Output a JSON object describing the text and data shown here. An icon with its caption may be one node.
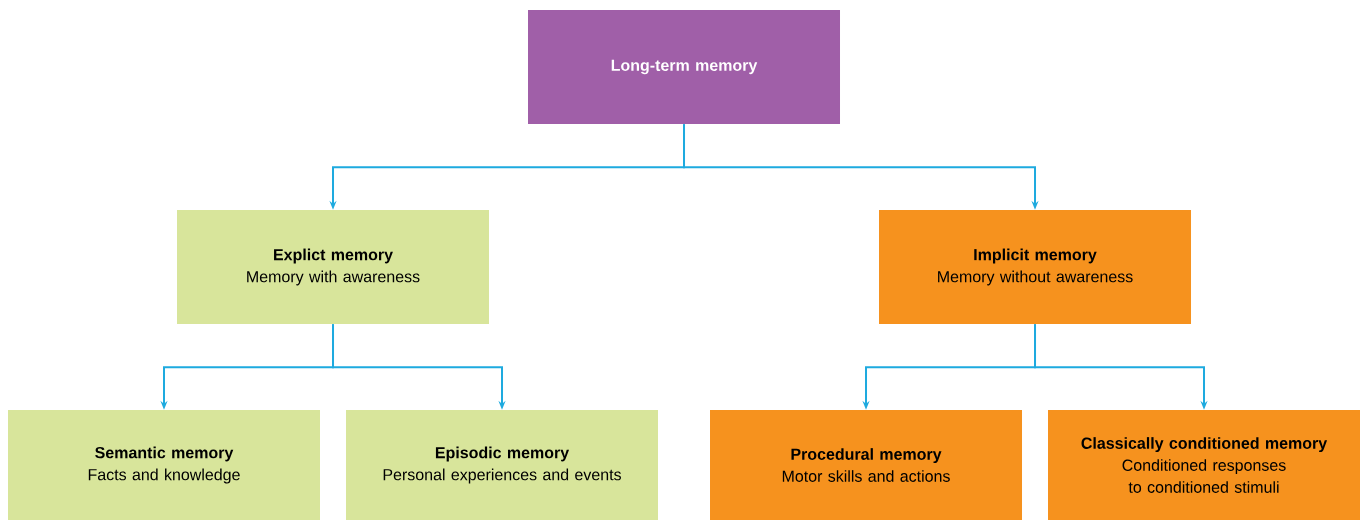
{
  "diagram": {
    "nodes": [
      {
        "text": [
          "Long-term memory"
        ]
      },
      {
        "text": [
          "Explict memory",
          "Memory with awareness"
        ]
      },
      {
        "text": [
          "Implicit memory",
          "Memory without awareness"
        ]
      },
      {
        "text": [
          "Semantic memory",
          "Facts and knowledge"
        ]
      },
      {
        "text": [
          "Episodic memory",
          "Personal experiences and events"
        ]
      },
      {
        "text": [
          "Procedural memory",
          "Motor skills and actions"
        ]
      },
      {
        "text": [
          "Classically conditioned memory",
          "Conditioned responses to conditioned stimuli"
        ]
      }
    ],
    "edges": [
      {
        "from": 0,
        "to": 1,
        "arrow": "to"
      },
      {
        "from": 0,
        "to": 2,
        "arrow": "to"
      },
      {
        "from": 1,
        "to": 3,
        "arrow": "to"
      },
      {
        "from": 1,
        "to": 4,
        "arrow": "to"
      },
      {
        "from": 2,
        "to": 5,
        "arrow": "to"
      },
      {
        "from": 2,
        "to": 6,
        "arrow": "to"
      }
    ]
  }
}
